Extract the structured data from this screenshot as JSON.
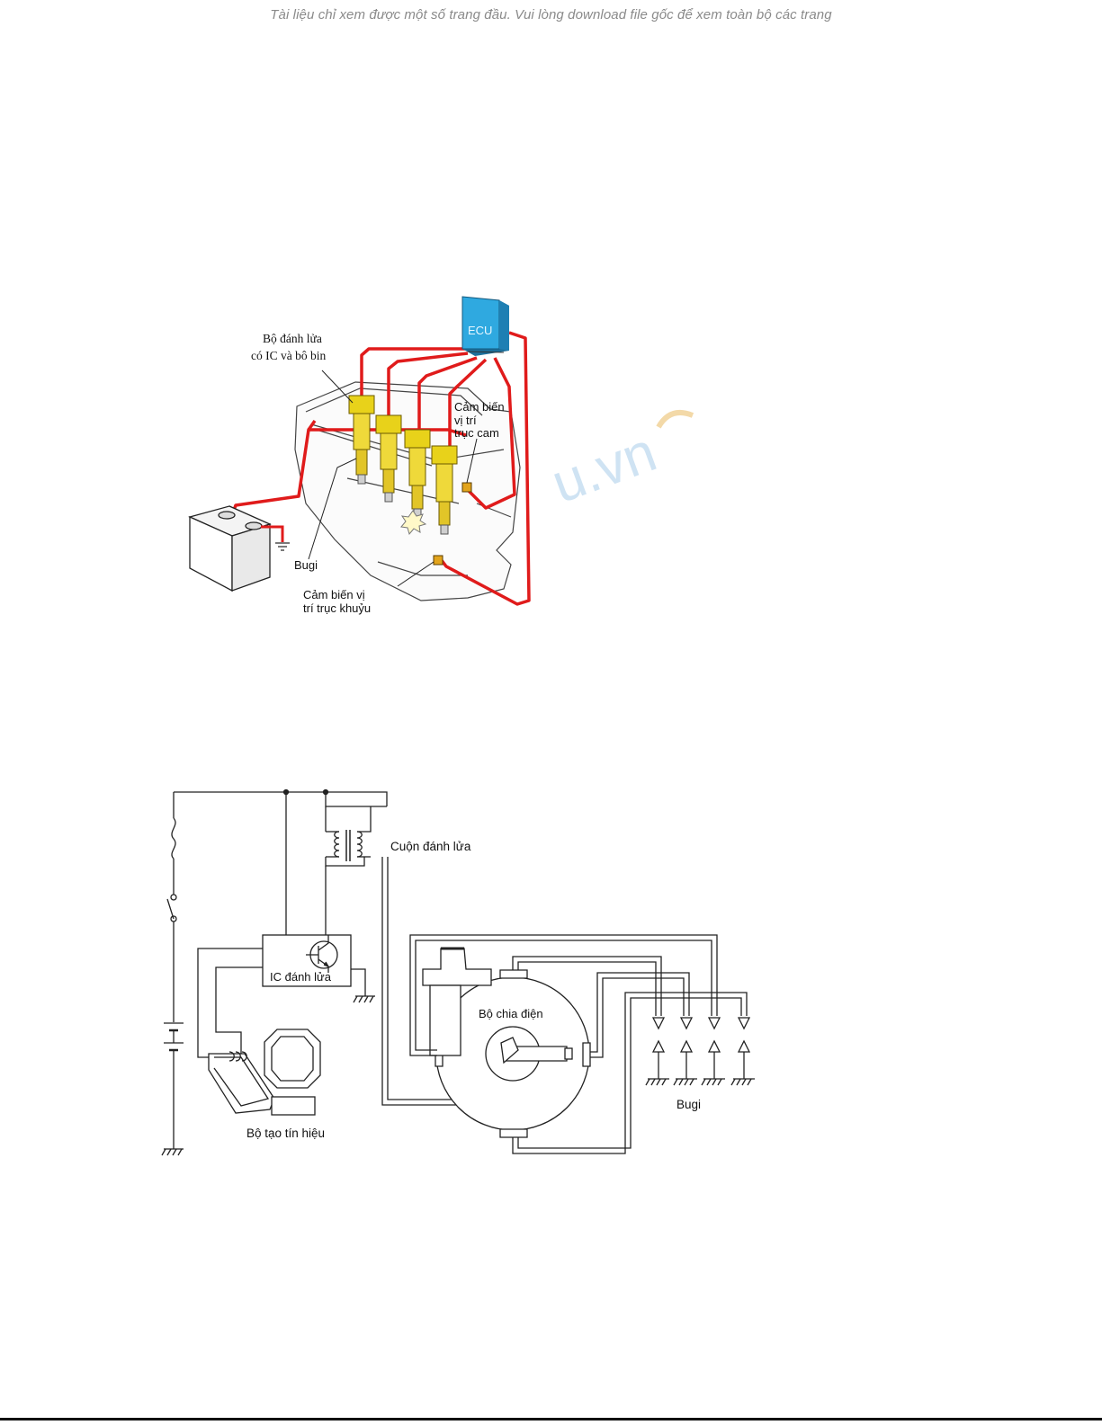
{
  "page": {
    "preview_notice": "Tài liệu chỉ xem được một số trang đầu. Vui lòng download file gốc để xem toàn bộ các trang"
  },
  "figure1": {
    "ecu_label": "ECU",
    "igniter_label_line1": "Bộ đánh lửa",
    "igniter_label_line2": "có IC và bô bin",
    "cam_sensor_line1": "Cảm biến",
    "cam_sensor_line2": "vị trí",
    "cam_sensor_line3": "trục cam",
    "spark_plug_label": "Bugi",
    "crank_sensor_line1": "Cảm biến vị",
    "crank_sensor_line2": "trí trục khuỷu",
    "watermark": "u.vn",
    "colors": {
      "wire": "#e01b1b",
      "coil": "#e8d21a",
      "ecu": "#2fa9e0"
    }
  },
  "figure2": {
    "coil_label": "Cuộn đánh lửa",
    "igniter_ic_label": "IC đánh lửa",
    "distributor_label": "Bộ chia điện",
    "signal_generator_label": "Bộ tạo tín hiệu",
    "spark_plugs_label": "Bugi"
  }
}
